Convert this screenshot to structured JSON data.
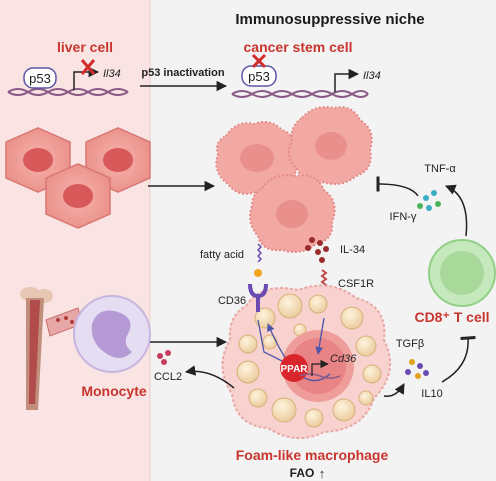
{
  "title": "Immunosuppressive niche",
  "panels": {
    "liver_cell": "liver cell",
    "cancer_stem_cell": "cancer stem cell"
  },
  "genes": {
    "p53_left": "p53",
    "p53_right": "p53",
    "il34_left": "Il34",
    "il34_right": "Il34",
    "cd36_gene": "Cd36",
    "ppar": "PPAR"
  },
  "process": {
    "p53_inactivation": "p53 inactivation"
  },
  "molecules": {
    "fatty_acid": "fatty acid",
    "il34": "IL-34",
    "csf1r": "CSF1R",
    "cd36": "CD36",
    "tnf": "TNF-α",
    "ifn": "IFN-γ",
    "tgfb": "TGFβ",
    "il10": "IL10",
    "ccl2": "CCL2"
  },
  "cells": {
    "cd8": "CD8⁺ T cell",
    "monocyte": "Monocyte",
    "macrophage": "Foam-like macrophage"
  },
  "fao": {
    "label": "FAO",
    "arrow": "↑"
  },
  "colors": {
    "left_bg": "#f9e3e3",
    "right_bg": "#f4f3f3",
    "accent_red": "#c8352d",
    "dna": "#8a5a86",
    "tcell": "#a7d99c",
    "monocyte": "#c7b4df",
    "macrophage": "#f6c9c6"
  }
}
